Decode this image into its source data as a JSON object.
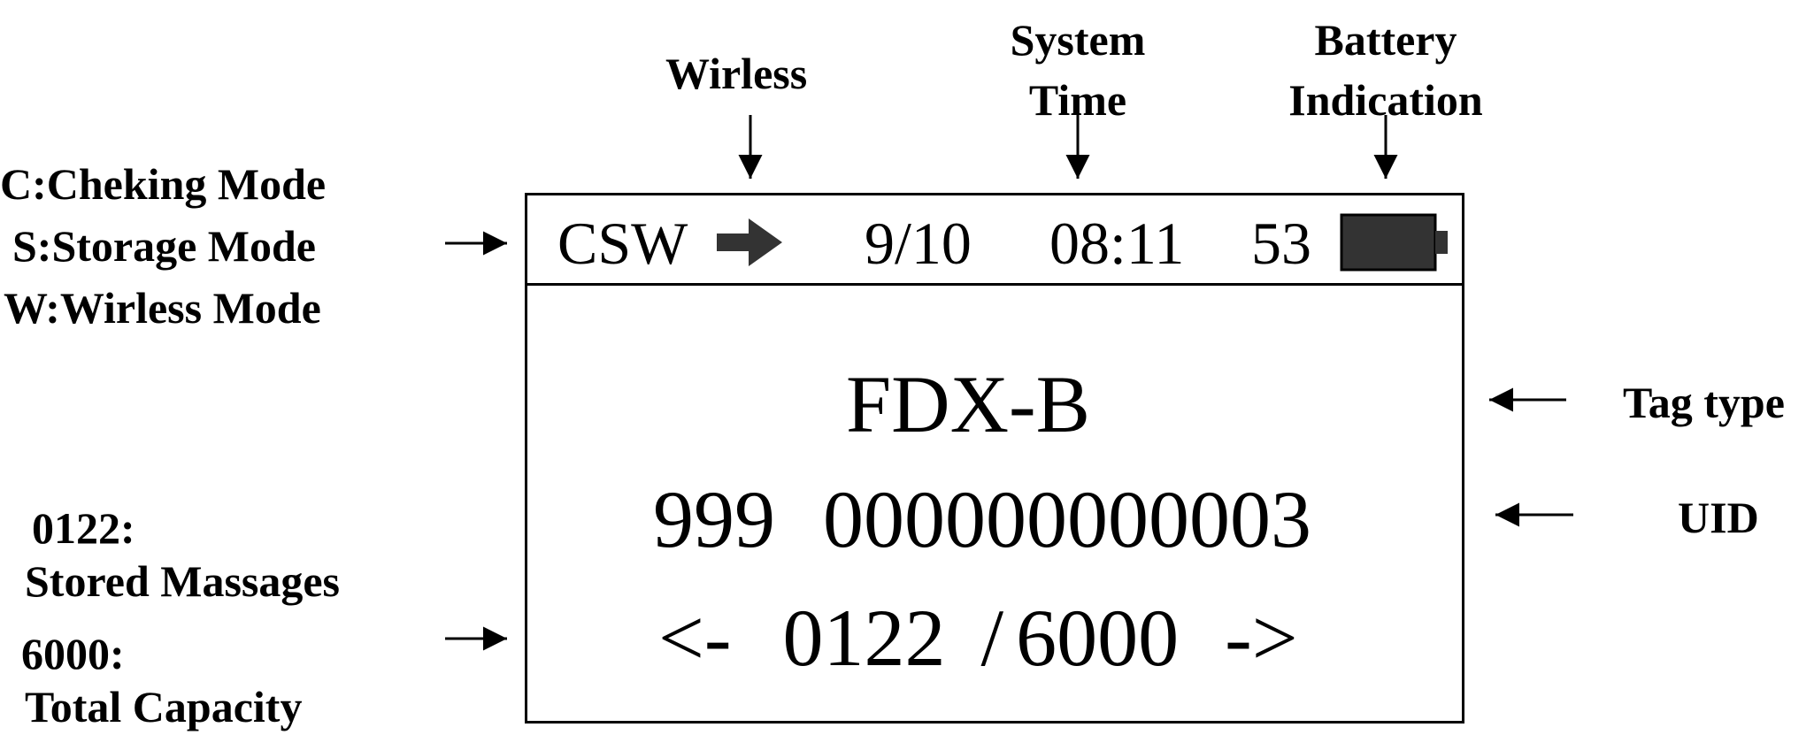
{
  "annotations": {
    "wireless": "Wirless",
    "system_time": [
      "System",
      "Time"
    ],
    "battery": [
      "Battery",
      "Indication"
    ],
    "modes": [
      "C:Cheking Mode",
      "S:Storage Mode",
      "W:Wirless Mode"
    ],
    "tag_type": "Tag type",
    "uid": "UID",
    "stored_count": "0122:",
    "stored_label": "Stored Massages",
    "capacity_count": "6000:",
    "capacity_label": "Total Capacity"
  },
  "screen": {
    "status": {
      "mode": "CSW",
      "date": "9/10",
      "time": "08:11",
      "battery_value": "53"
    },
    "tag_type": "FDX-B",
    "uid_prefix": "999",
    "uid_number": "000000000003",
    "nav_prev": "<-",
    "current": "0122",
    "separator": "/",
    "total": "6000",
    "nav_next": "->"
  }
}
